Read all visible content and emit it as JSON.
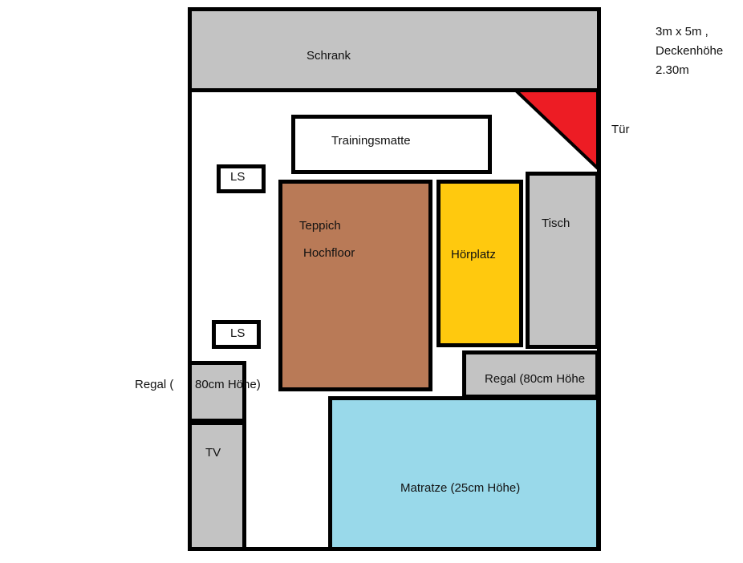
{
  "room_info": {
    "dimensions": "3m x 5m ,",
    "ceiling_label": "Deckenhöhe",
    "ceiling_value": "2.30m"
  },
  "items": {
    "schrank": "Schrank",
    "door": "Tür",
    "trainingsmatte": "Trainingsmatte",
    "ls_top": "LS",
    "ls_bottom": "LS",
    "teppich": "Teppich",
    "hochfloor": "Hochfloor",
    "hoerplatz": "Hörplatz",
    "tisch": "Tisch",
    "regal_left_prefix": "Regal (",
    "regal_left_suffix": "80cm Höhe)",
    "regal_right": "Regal (80cm Höhe",
    "tv": "TV",
    "matratze": "Matratze (25cm Höhe)"
  },
  "colors": {
    "gray": "#c3c3c3",
    "door": "#ed1c24",
    "carpet": "#b97a57",
    "listening": "#ffc90e",
    "mattress": "#99d9ea"
  }
}
